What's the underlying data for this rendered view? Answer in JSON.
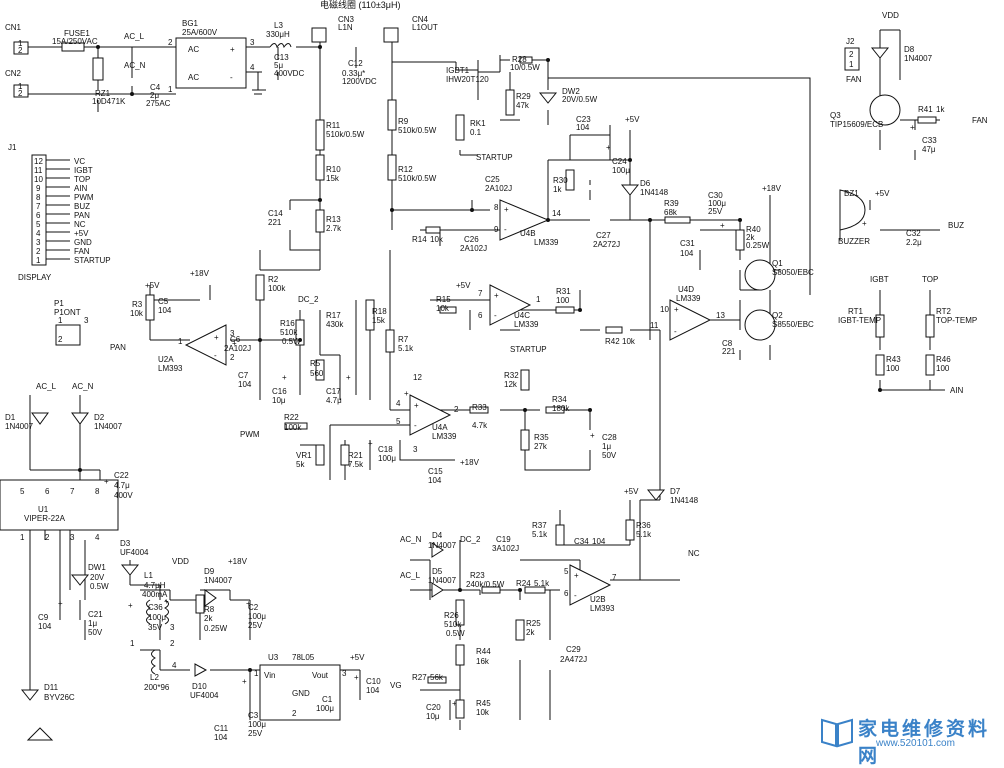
{
  "title": "电磁线圈 (110±3μH)",
  "watermark": {
    "name": "家电维修资料网",
    "url": "www.520101.com"
  },
  "components": {
    "CN1": "CN1",
    "FUSE1": "FUSE1",
    "FUSE1_v": "15A/250VAC",
    "ACL": "AC_L",
    "ACN": "AC_N",
    "CN2": "CN2",
    "BG1": "BG1",
    "BG1_v": "25A/600V",
    "L3": "L3",
    "L3_v": "330μH",
    "C13": "C13",
    "C13_v1": "5μ",
    "C13_v2": "400VDC",
    "C4": "C4",
    "C4_v1": "2μ",
    "C4_v2": "275AC",
    "RZ1": "RZ1",
    "RZ1_v": "10D471K",
    "CN3": "CN3",
    "CN3_v": "L1N",
    "CN4": "CN4",
    "CN4_v": "L1OUT",
    "C12": "C12",
    "C12_v1": "0.33μ*",
    "C12_v2": "1200VDC",
    "IGBT1": "IGBT1",
    "IGBT1_v": "IHW20T120",
    "R28": "R28",
    "R28_v": "10/0.5W",
    "DW2": "DW2",
    "DW2_v": "20V/0.5W",
    "R29": "R29",
    "R29_v": "47k",
    "RK1": "RK1",
    "RK1_v": "0.1",
    "STARTUP": "STARTUP",
    "R11": "R11",
    "R11_v": "510k/0.5W",
    "R10": "R10",
    "R10_v": "15k",
    "R9": "R9",
    "R9_v": "510k/0.5W",
    "R12": "R12",
    "R12_v": "510k/0.5W",
    "C14": "C14",
    "C14_v": "221",
    "R13": "R13",
    "R13_v": "2.7k",
    "C25": "C25",
    "C25_v": "2A102J",
    "C23": "C23",
    "C23_v": "104",
    "C24": "C24",
    "C24_v": "100μ",
    "P5V": "+5V",
    "R30": "R30",
    "R30_v": "1k",
    "D6": "D6",
    "D6_v": "1N4148",
    "U4B": "U4B",
    "U4B_v": "LM339",
    "R14": "R14",
    "R14_v": "10k",
    "C26": "C26",
    "C26_v": "2A102J",
    "C27": "C27",
    "C27_v": "2A272J",
    "R39": "R39",
    "R39_v": "68k",
    "C30": "C30",
    "C30_v1": "100μ",
    "C30_v2": "25V",
    "P18V": "+18V",
    "R40": "R40",
    "R40_v1": "2k",
    "R40_v2": "0.25W",
    "C31": "C31",
    "C31_v": "104",
    "Q1": "Q1",
    "Q1_v": "S8050/EBC",
    "Q2": "Q2",
    "Q2_v": "S8550/EBC",
    "C8": "C8",
    "C8_v": "221",
    "J2": "J2",
    "FAN": "FAN",
    "D8": "D8",
    "D8_v": "1N4007",
    "VDD": "VDD",
    "Q3": "Q3",
    "Q3_v": "TIP15609/ECB",
    "R41": "R41",
    "R41_v": "1k",
    "C33": "C33",
    "C33_v": "47μ",
    "BZ1": "BZ1",
    "BUZZER": "BUZZER",
    "C32": "C32",
    "C32_v": "2.2μ",
    "BUZ": "BUZ",
    "IGBT": "IGBT",
    "TOP": "TOP",
    "RT1": "RT1",
    "RT1_v": "IGBT-TEMP",
    "RT2": "RT2",
    "RT2_v": "TOP-TEMP",
    "R43": "R43",
    "R43_v": "100",
    "R46": "R46",
    "R46_v": "100",
    "AIN": "AIN",
    "J1": "J1",
    "DISPLAY": "DISPLAY",
    "P1": "P1",
    "P1_v": "P1ONT",
    "R3": "R3",
    "R3_v": "10k",
    "C5": "C5",
    "C5_v": "104",
    "U2A": "U2A",
    "U2A_v": "LM393",
    "PAN": "PAN",
    "C6": "C6",
    "C6_v": "2A102J",
    "C7": "C7",
    "C7_v": "104",
    "R2": "R2",
    "R2_v": "100k",
    "DC2": "DC_2",
    "R16": "R16",
    "R16_v1": "510k",
    "R16_v2": "0.5W",
    "R5": "R5",
    "R5_v": "560",
    "C16": "C16",
    "C16_v": "10μ",
    "R17": "R17",
    "R17_v": "430k",
    "C17": "C17",
    "C17_v": "4.7μ",
    "R18": "R18",
    "R18_v": "15k",
    "R7": "R7",
    "R7_v": "5.1k",
    "R15": "R15",
    "R15_v": "10k",
    "U4C": "U4C",
    "U4C_v": "LM339",
    "R31": "R31",
    "R31_v": "100",
    "U4D": "U4D",
    "U4D_v": "LM339",
    "R42": "R42",
    "R42_v": "10k",
    "R32": "R32",
    "R32_v": "12k",
    "R34": "R34",
    "R34_v": "180k",
    "R22": "R22",
    "R22_v": "100k",
    "PWM": "PWM",
    "U4A": "U4A",
    "U4A_v": "LM339",
    "R33": "R33",
    "R33_v": "4.7k",
    "VR1": "VR1",
    "VR1_v": "5k",
    "R21": "R21",
    "R21_v": "7.5k",
    "C18": "C18",
    "C18_v": "100μ",
    "R35": "R35",
    "R35_v": "27k",
    "C28": "C28",
    "C28_v1": "1μ",
    "C28_v2": "50V",
    "C15": "C15",
    "C15_v": "104",
    "D1": "D1",
    "D1_v": "1N4007",
    "D2": "D2",
    "D2_v": "1N4007",
    "C22": "C22",
    "C22_v1": "4.7μ",
    "C22_v2": "400V",
    "U1": "U1",
    "U1_v": "VIPER-22A",
    "D3": "D3",
    "D3_v": "UF4004",
    "DW1": "DW1",
    "DW1_v1": "20V",
    "DW1_v2": "0.5W",
    "L1": "L1",
    "L1_v1": "4.7μH",
    "L1_v2": "400mA",
    "D9": "D9",
    "D9_v": "1N4007",
    "C36": "C36",
    "C36_v1": "100μ",
    "C36_v2": "35V",
    "R8": "R8",
    "R8_v1": "2k",
    "R8_v2": "0.25W",
    "C2": "C2",
    "C2_v1": "100μ",
    "C2_v2": "25V",
    "C9": "C9",
    "C9_v": "104",
    "C21": "C21",
    "C21_v1": "1μ",
    "C21_v2": "50V",
    "L2": "L2",
    "L2_v": "200*96",
    "D10": "D10",
    "D10_v": "UF4004",
    "U3": "U3",
    "U3_v": "78L05",
    "Vin": "Vin",
    "Vout": "Vout",
    "GND": "GND",
    "C1": "C1",
    "C1_v": "100μ",
    "C10": "C10",
    "C10_v": "104",
    "C11": "C11",
    "C11_v": "104",
    "C3": "C3",
    "C3_v1": "100μ",
    "C3_v2": "25V",
    "D11": "D11",
    "D11_v": "BYV26C",
    "D7": "D7",
    "D7_v": "1N4148",
    "R37": "R37",
    "R37_v": "5.1k",
    "R36": "R36",
    "R36_v": "5.1k",
    "D4": "D4",
    "D4_v": "1N4007",
    "D5": "D5",
    "D5_v": "1N4007",
    "C19": "C19",
    "C19_v": "3A102J",
    "C34": "C34",
    "C34_v": "104",
    "NC": "NC",
    "R23": "R23",
    "R23_v": "240k/0.5W",
    "R24": "R24",
    "R24_v": "5.1k",
    "U2B": "U2B",
    "U2B_v": "LM393",
    "R26": "R26",
    "R26_v1": "510k",
    "R26_v2": "0.5W",
    "R25": "R25",
    "R25_v": "2k",
    "C29": "C29",
    "C29_v": "2A472J",
    "R44": "R44",
    "R44_v": "16k",
    "R27": "R27",
    "R27_v": "56k",
    "VG": "VG",
    "C20": "C20",
    "C20_v": "10μ",
    "R45": "R45",
    "R45_v": "10k"
  },
  "j1_pins": [
    {
      "n": "12",
      "s": "VC"
    },
    {
      "n": "11",
      "s": "IGBT"
    },
    {
      "n": "10",
      "s": "TOP"
    },
    {
      "n": "9",
      "s": "AIN"
    },
    {
      "n": "8",
      "s": "PWM"
    },
    {
      "n": "7",
      "s": "BUZ"
    },
    {
      "n": "6",
      "s": "PAN"
    },
    {
      "n": "5",
      "s": "NC"
    },
    {
      "n": "4",
      "s": "+5V"
    },
    {
      "n": "3",
      "s": "GND"
    },
    {
      "n": "2",
      "s": "FAN"
    },
    {
      "n": "1",
      "s": "STARTUP"
    }
  ],
  "pins": {
    "cn1": [
      "1",
      "2"
    ],
    "cn2": [
      "1",
      "2"
    ],
    "bg1": [
      "2",
      "AC",
      "AC",
      "1",
      "3",
      "+",
      "-",
      "4"
    ],
    "u1": [
      "5",
      "6",
      "7",
      "8",
      "1",
      "2",
      "3",
      "4"
    ],
    "j2": [
      "2",
      "1"
    ],
    "p1": [
      "1",
      "2",
      "3"
    ],
    "u4b": [
      "8",
      "9",
      "14",
      "+",
      "-"
    ],
    "u4c": [
      "7",
      "6",
      "1",
      "+",
      "-"
    ],
    "u4d": [
      "10",
      "11",
      "13",
      "+",
      "-"
    ],
    "u4a": [
      "4",
      "5",
      "2",
      "12",
      "3",
      "+",
      "-"
    ],
    "u2a": [
      "3",
      "2",
      "1",
      "+",
      "-"
    ],
    "u2b": [
      "5",
      "6",
      "7",
      "+",
      "-"
    ],
    "u3": [
      "1",
      "2",
      "3"
    ],
    "l2": [
      "1",
      "2",
      "3",
      "4"
    ],
    "misc": [
      "+",
      "+",
      "+",
      "+",
      "+",
      "+",
      "+",
      "+",
      "+",
      "+",
      "+",
      "+",
      "+",
      "+",
      "+",
      "+",
      "+",
      "+"
    ]
  }
}
